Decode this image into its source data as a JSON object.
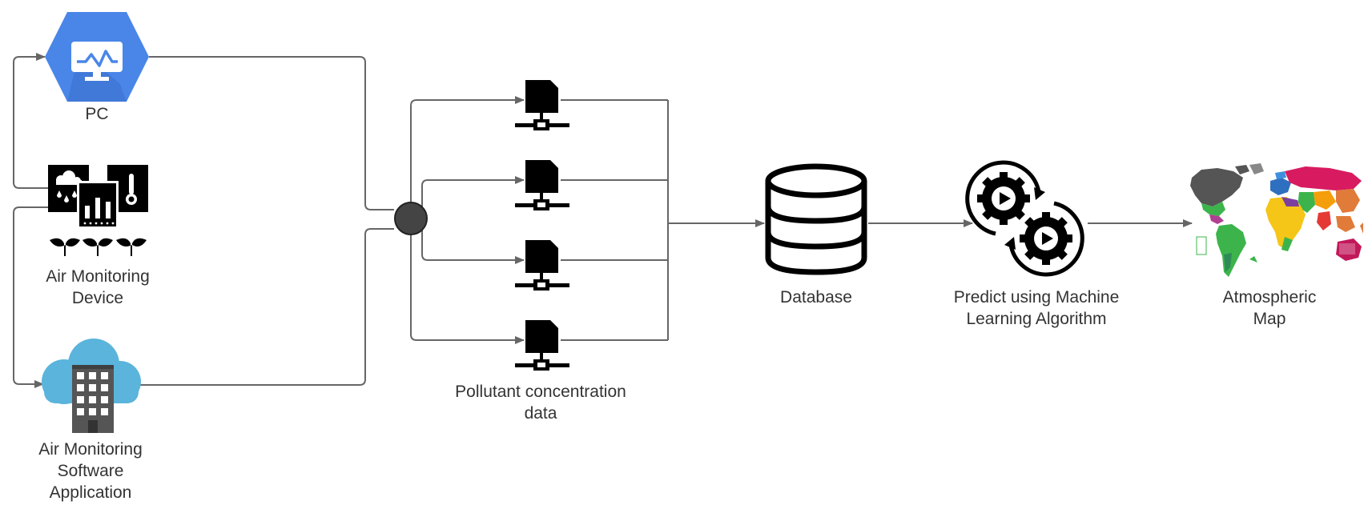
{
  "nodes": {
    "pc": {
      "label": "PC",
      "icon": "monitor-hexagon-icon"
    },
    "air_monitoring_device": {
      "label_lines": [
        "Air Monitoring",
        "Device"
      ],
      "icon": "weather-sensors-plants-icon"
    },
    "software_application": {
      "label_lines": [
        "Air Monitoring",
        "Software",
        "Application"
      ],
      "icon": "cloud-building-icon"
    },
    "junction": {
      "icon": "merge-junction-icon"
    },
    "pollutant_data": {
      "label_lines": [
        "Pollutant concentration",
        "data"
      ],
      "icon": "network-file-icon",
      "count": 4
    },
    "database": {
      "label": "Database",
      "icon": "database-cylinder-icon"
    },
    "ml_predict": {
      "label_lines": [
        "Predict using Machine",
        "Learning Algorithm"
      ],
      "icon": "gears-play-icon"
    },
    "atmospheric_map": {
      "label_lines": [
        "Atmospheric",
        "Map"
      ],
      "icon": "colored-world-map-icon"
    }
  },
  "colors": {
    "connector": "#666666",
    "label_text": "#333333",
    "hexagon_blue": "#4a86e8",
    "cloud_blue": "#5ab4dc",
    "building_gray": "#555555",
    "junction_fill": "#444444",
    "icon_black": "#000000"
  }
}
